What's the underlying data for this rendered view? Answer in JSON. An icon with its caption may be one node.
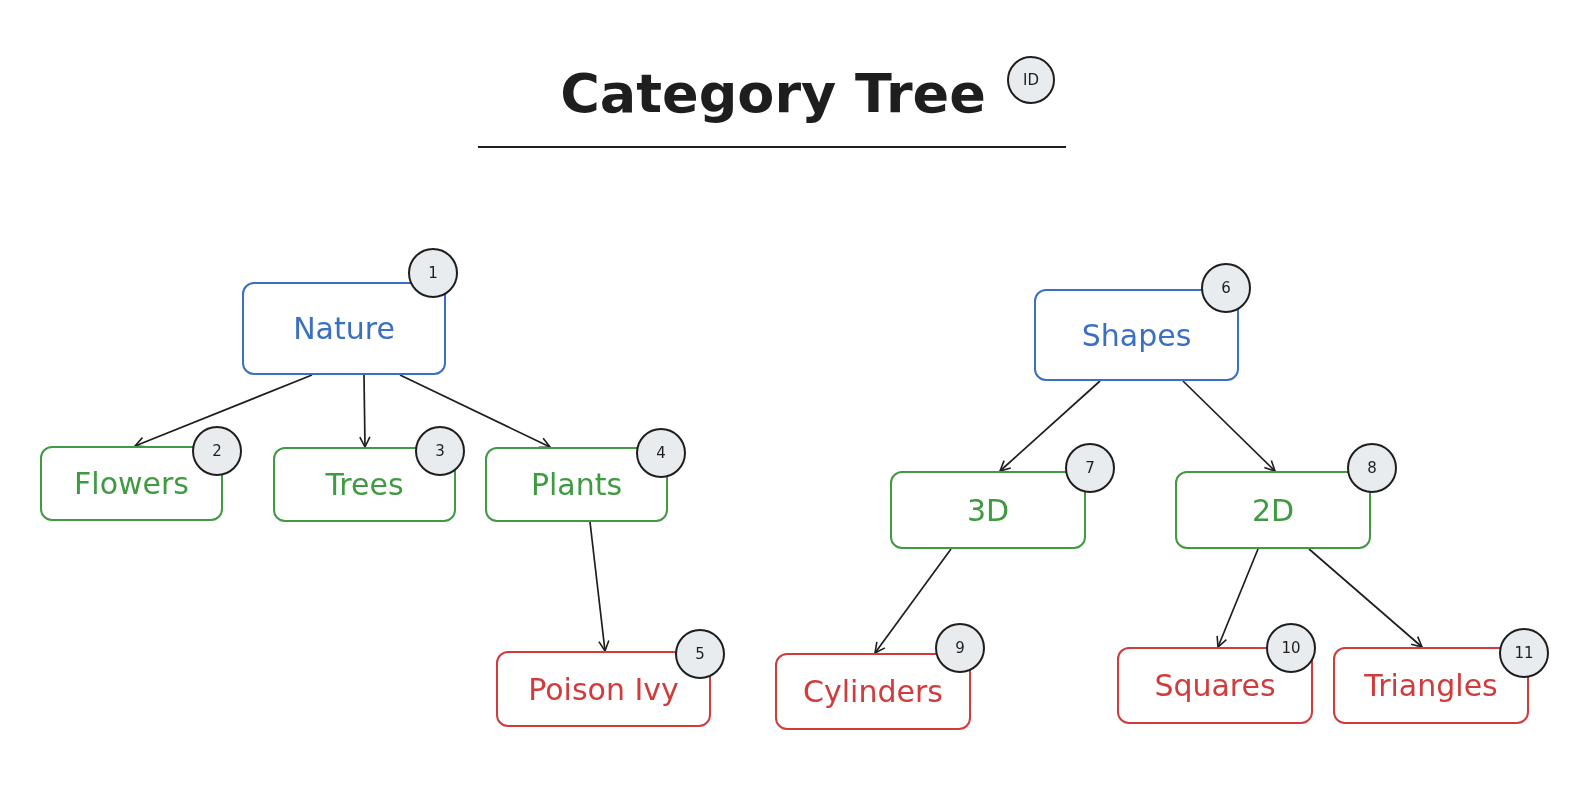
{
  "diagram": {
    "title": "Category Tree",
    "nodes": [
      {
        "text": [
          "ID"
        ]
      },
      {
        "text": [
          "Nature"
        ]
      },
      {
        "text": [
          "1"
        ]
      },
      {
        "text": [
          "Flowers"
        ]
      },
      {
        "text": [
          "2"
        ]
      },
      {
        "text": [
          "Trees"
        ]
      },
      {
        "text": [
          "3"
        ]
      },
      {
        "text": [
          "Plants"
        ]
      },
      {
        "text": [
          "4"
        ]
      },
      {
        "text": [
          "Poison Ivy"
        ]
      },
      {
        "text": [
          "5"
        ]
      },
      {
        "text": [
          "Shapes"
        ]
      },
      {
        "text": [
          "6"
        ]
      },
      {
        "text": [
          "3D"
        ]
      },
      {
        "text": [
          "7"
        ]
      },
      {
        "text": [
          "2D"
        ]
      },
      {
        "text": [
          "8"
        ]
      },
      {
        "text": [
          "Cylinders"
        ]
      },
      {
        "text": [
          "9"
        ]
      },
      {
        "text": [
          "Squares"
        ]
      },
      {
        "text": [
          "10"
        ]
      },
      {
        "text": [
          "Triangles"
        ]
      },
      {
        "text": [
          "11"
        ]
      }
    ],
    "edges": [
      {
        "from": 1,
        "to": 3,
        "arrow": "to"
      },
      {
        "from": 1,
        "to": 5,
        "arrow": "to"
      },
      {
        "from": 1,
        "to": 7,
        "arrow": "to"
      },
      {
        "from": 7,
        "to": 9,
        "arrow": "to"
      },
      {
        "from": 11,
        "to": 13,
        "arrow": "to"
      },
      {
        "from": 11,
        "to": 15,
        "arrow": "to"
      },
      {
        "from": 13,
        "to": 17,
        "arrow": "to"
      },
      {
        "from": 15,
        "to": 19,
        "arrow": "to"
      },
      {
        "from": 15,
        "to": 21,
        "arrow": "to"
      }
    ]
  }
}
